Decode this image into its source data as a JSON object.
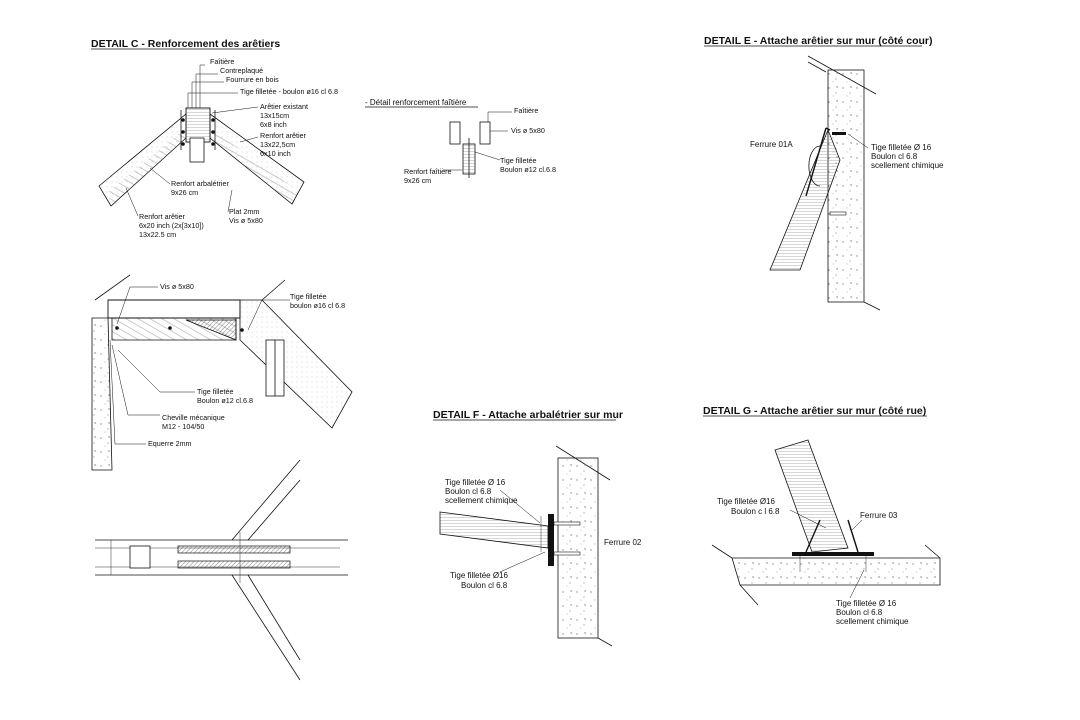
{
  "detail_c": {
    "title": "DETAIL C - Renforcement des arêtiers",
    "labels": {
      "faitiere": "Faîtière",
      "contreplaque": "Contreplaqué",
      "fourrure": "Fourrure en bois",
      "tige": "Tige filletée - boulon ø16 cl 6.8",
      "aretier_existant": [
        "Arêtier existant",
        "13x15cm",
        "6x8 inch"
      ],
      "renfort_aretier_right": [
        "Renfort arêtier",
        "13x22,5cm",
        "6x10 inch"
      ],
      "renfort_arbaletrier": [
        "Renfort arbalétrier",
        "9x26 cm"
      ],
      "renfort_aretier_left": [
        "Renfort arêtier",
        "6x20 inch (2x[3x10])",
        "13x22.5 cm"
      ],
      "plat": [
        "Plat 2mm",
        "Vis ø 5x80"
      ]
    }
  },
  "faitiere_detail": {
    "title": "- Détail renforcement faîtière",
    "labels": {
      "faitiere": "Faîtière",
      "vis": "Vis ø 5x80",
      "renfort": [
        "Renfort faîtière",
        "9x26 cm"
      ],
      "tige": [
        "Tige filletée",
        "Boulon ø12 cl.6.8"
      ]
    }
  },
  "plan_view": {
    "labels": {
      "vis": "Vis ø 5x80",
      "tige_top": [
        "Tige filletée",
        "boulon ø16 cl 6.8"
      ],
      "tige_mid": [
        "Tige filletée",
        "Boulon ø12 cl.6.8"
      ],
      "cheville": [
        "Cheville mécanique",
        "M12 - 104/50"
      ],
      "equerre": "Equerre 2mm"
    }
  },
  "detail_e": {
    "title": "DETAIL E - Attache arêtier sur mur (côté cour)",
    "labels": {
      "ferrure": "Ferrure  01A",
      "tige": [
        "Tige filletée Ø 16",
        "Boulon cl 6.8",
        "scellement chimique"
      ]
    }
  },
  "detail_f": {
    "title": "DETAIL F - Attache arbalétrier sur mur",
    "labels": {
      "tige_top": [
        "Tige filletée Ø 16",
        "Boulon cl 6.8",
        "scellement chimique"
      ],
      "ferrure": "Ferrure 02",
      "tige_bottom": [
        "Tige filletée Ø16",
        "Boulon cl 6.8"
      ]
    }
  },
  "detail_g": {
    "title": "DETAIL G - Attache arêtier sur mur (côté rue)",
    "labels": {
      "tige_top": [
        "Tige filletée Ø16",
        "Boulon c l 6.8"
      ],
      "ferrure": "Ferrure 03",
      "tige_bottom": [
        "Tige filletée Ø 16",
        "Boulon cl 6.8",
        "scellement chimique"
      ]
    }
  }
}
